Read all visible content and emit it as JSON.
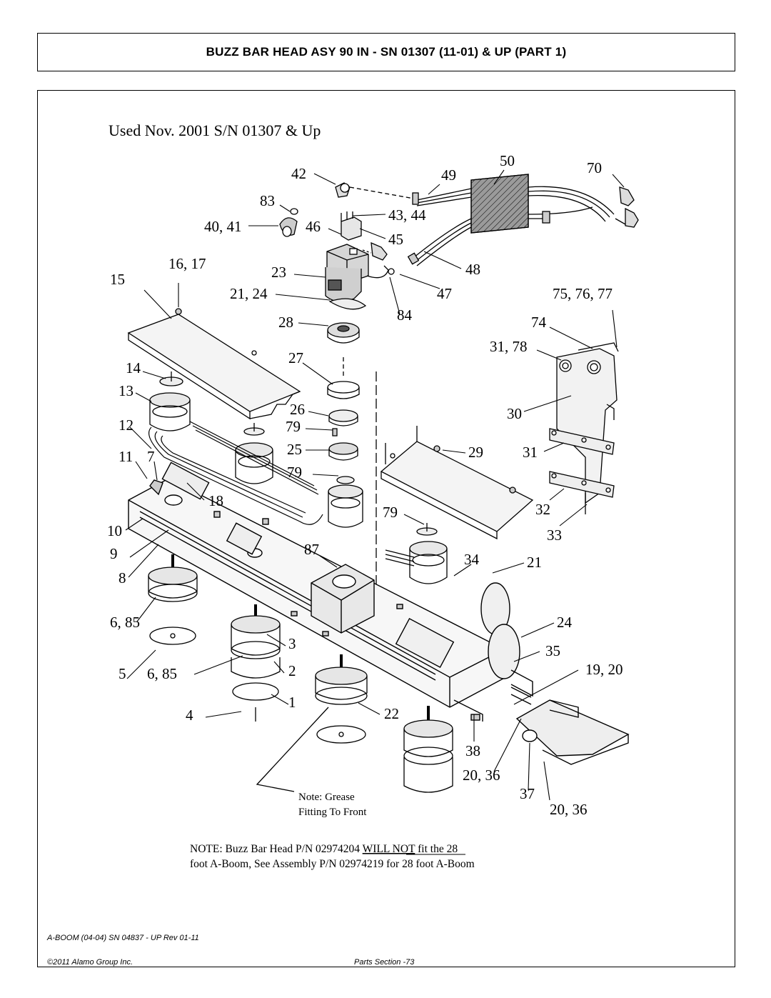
{
  "header": {
    "title": "BUZZ BAR HEAD ASY 90 IN - SN 01307 (11-01) & UP (PART 1)"
  },
  "diagram": {
    "subtitle": "Used Nov. 2001 S/N 01307 & Up",
    "labels": {
      "l42": "42",
      "l83": "83",
      "l40_41": "40, 41",
      "l46": "46",
      "l49": "49",
      "l50": "50",
      "l70": "70",
      "l43_44": "43, 44",
      "l45": "45",
      "l16_17": "16, 17",
      "l15": "15",
      "l23": "23",
      "l48": "48",
      "l21_24": "21, 24",
      "l47": "47",
      "l75_76_77": "75, 76, 77",
      "l28": "28",
      "l84": "84",
      "l74": "74",
      "l31_78": "31, 78",
      "l14": "14",
      "l27": "27",
      "l13": "13",
      "l26": "26",
      "l30": "30",
      "l12": "12",
      "l79a": "79",
      "l25": "25",
      "l29": "29",
      "l31": "31",
      "l11": "11",
      "l7": "7",
      "l79b": "79",
      "l18": "18",
      "l32": "32",
      "l10": "10",
      "l79c": "79",
      "l33": "33",
      "l9": "9",
      "l87": "87",
      "l34": "34",
      "l21": "21",
      "l8": "8",
      "l6_85a": "6, 85",
      "l24": "24",
      "l3": "3",
      "l35": "35",
      "l5": "5",
      "l6_85b": "6, 85",
      "l2": "2",
      "l19_20": "19, 20",
      "l4": "4",
      "l1": "1",
      "l22": "22",
      "l38": "38",
      "l20_36a": "20, 36",
      "l37": "37",
      "l20_36b": "20, 36"
    },
    "note_grease_1": "Note: Grease",
    "note_grease_2": "Fitting To Front",
    "note_line1_a": "NOTE:   Buzz Bar  Head P/N  02974204 ",
    "note_line1_b": "WILL NOT",
    "note_line1_c": "  fit the 28",
    "note_line2": "foot  A-Boom,  See Assembly P/N 02974219 for 28 foot A-Boom"
  },
  "footer": {
    "revision": "A-BOOM (04-04) SN 04837 - UP Rev 01-11",
    "copyright": "©2011 Alamo Group Inc.",
    "page": "Parts Section -73"
  }
}
